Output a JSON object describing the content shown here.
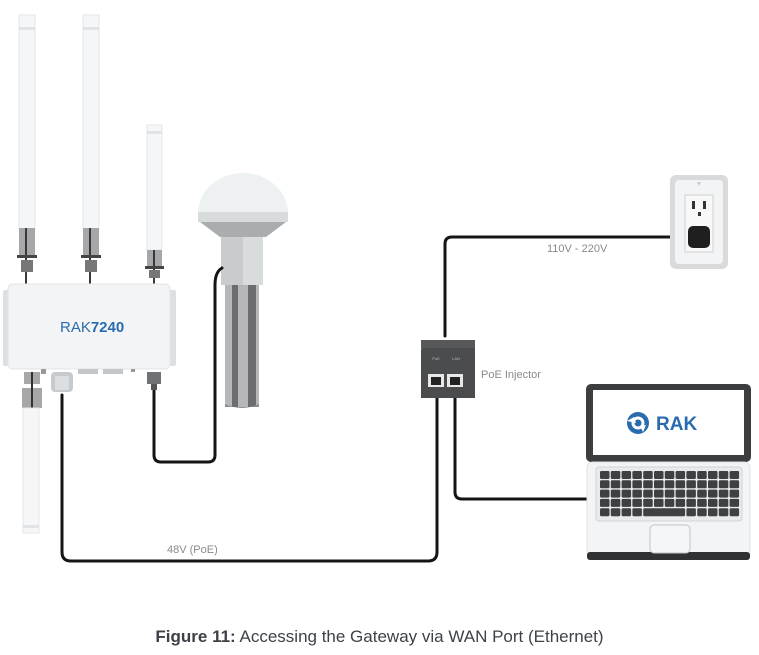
{
  "figure": {
    "caption_label": "Figure 11:",
    "caption_text": " Accessing the Gateway via WAN Port (Ethernet)"
  },
  "gateway": {
    "brand": "RAK",
    "model": "7240"
  },
  "cables": {
    "power_label": "110V - 220V",
    "poe_label": "48V (PoE)"
  },
  "injector": {
    "label": "PoE Injector",
    "port_labels": [
      "PoE",
      "LAN"
    ]
  },
  "laptop": {
    "screen_logo_text": "RAK"
  },
  "colors": {
    "brand_blue": "#2a6bb0",
    "cable": "#151515",
    "injector_body": "#4a4c4e"
  }
}
